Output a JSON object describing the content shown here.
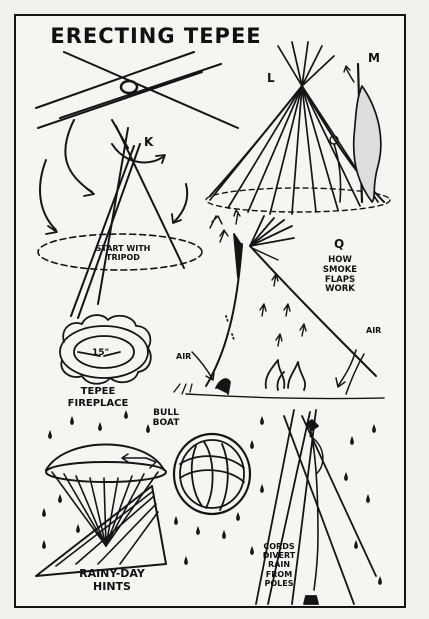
{
  "title": "ERECTING TEPEE",
  "labels": {
    "k": "K",
    "l": "L",
    "m": "M",
    "q": "Q",
    "start_line1": "START WITH",
    "start_line2": "TRIPOD",
    "smoke_line1": "HOW",
    "smoke_line2": "SMOKE",
    "smoke_line3": "FLAPS",
    "smoke_line4": "WORK",
    "air_left": "AIR",
    "air_right": "AIR",
    "fireplace_size": "15\"",
    "fireplace_line1": "TEPEE",
    "fireplace_line2": "FIREPLACE",
    "bull_line1": "BULL",
    "bull_line2": "BOAT",
    "rainy_line1": "RAINY-DAY",
    "rainy_line2": "HINTS",
    "cords_line1": "CORDS",
    "cords_line2": "DIVERT",
    "cords_line3": "RAIN",
    "cords_line4": "FROM",
    "cords_line5": "POLES"
  },
  "colors": {
    "ink": "#151515",
    "paper": "#f6f5f1"
  }
}
